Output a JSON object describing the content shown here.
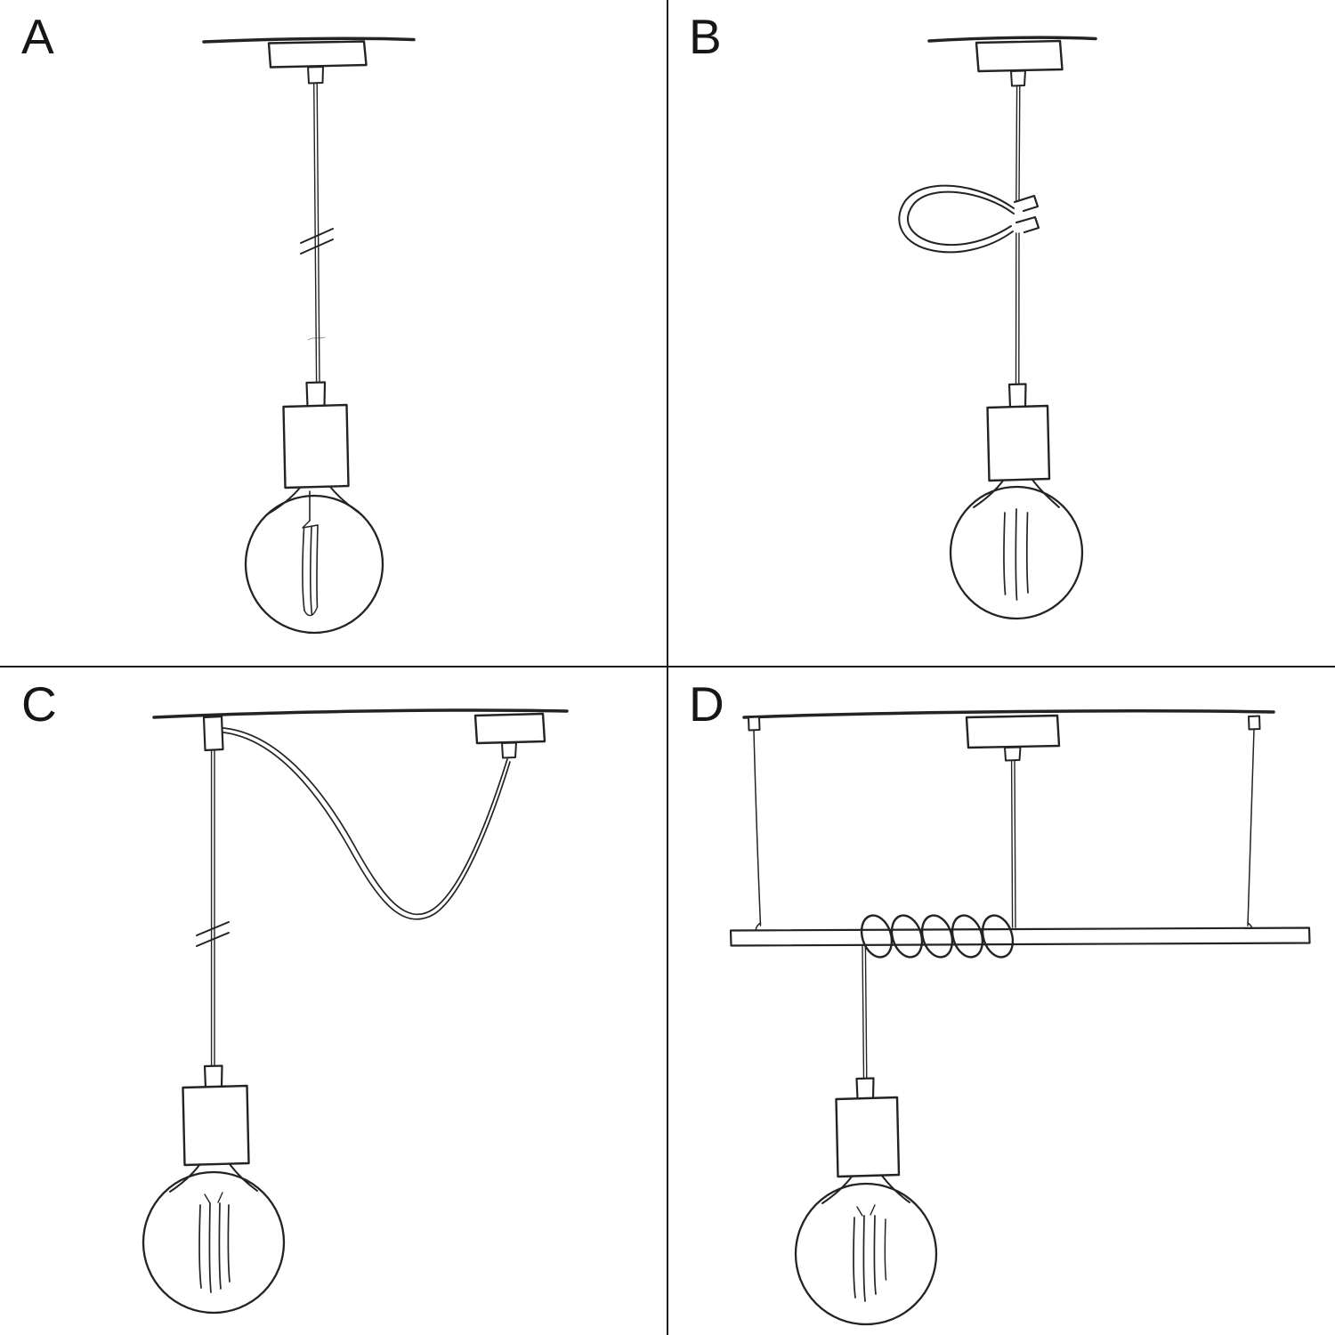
{
  "page": {
    "background_color": "#ffffff",
    "ink_color": "#232323",
    "divider_color": "#1c1c1c"
  },
  "panels": [
    {
      "label": "A",
      "sketch": "pendant-straight-drop"
    },
    {
      "label": "B",
      "sketch": "pendant-with-cable-loop-hook"
    },
    {
      "label": "C",
      "sketch": "pendant-swag-off-center"
    },
    {
      "label": "D",
      "sketch": "pendant-coiled-on-suspended-bar"
    }
  ]
}
